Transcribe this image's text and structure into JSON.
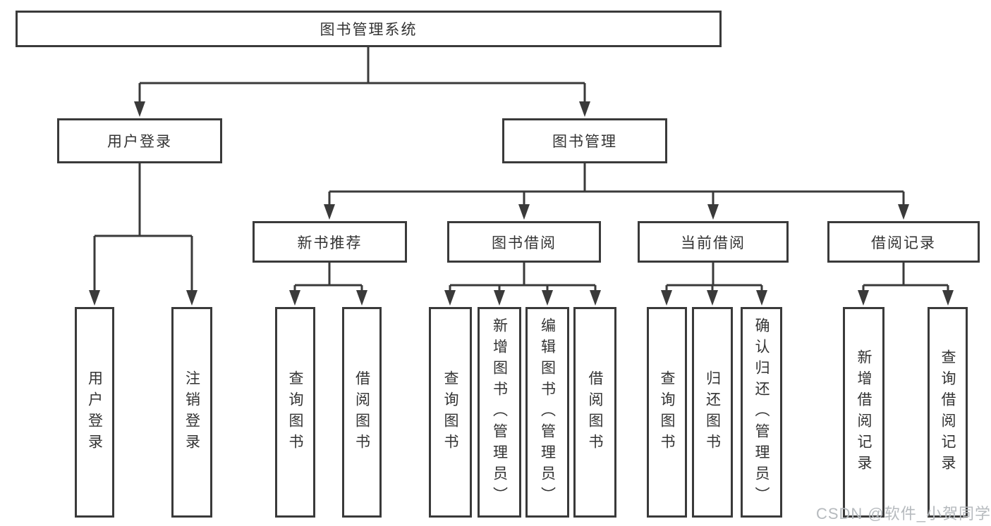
{
  "tree": {
    "root": "图书管理系统",
    "branches": [
      {
        "label": "用户登录",
        "children": [
          "用户登录",
          "注销登录"
        ]
      },
      {
        "label": "图书管理",
        "groups": [
          {
            "label": "新书推荐",
            "children": [
              "查询图书",
              "借阅图书"
            ]
          },
          {
            "label": "图书借阅",
            "children": [
              "查询图书",
              "新增图书（管理员）",
              "编辑图书（管理员）",
              "借阅图书"
            ]
          },
          {
            "label": "当前借阅",
            "children": [
              "查询图书",
              "归还图书",
              "确认归还（管理员）"
            ]
          },
          {
            "label": "借阅记录",
            "children": [
              "新增借阅记录",
              "查询借阅记录"
            ]
          }
        ]
      }
    ]
  },
  "watermark": "CSDN @软件_小贺同学",
  "colors": {
    "line": "#3a3a3a",
    "text": "#333333",
    "watermark": "#b6babe",
    "background": "#ffffff"
  }
}
